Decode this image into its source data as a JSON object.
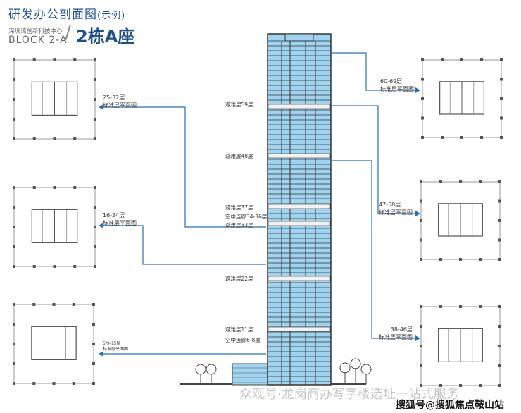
{
  "header": {
    "title": "研发办公剖面图",
    "title_note": "(示例)",
    "subtitle_cn": "深圳湾创新科技中心",
    "subtitle_en": "BLOCK 2-A",
    "building": "2栋A座"
  },
  "floor_labels": [
    "避难层59层",
    "避难层48层",
    "避难层37层",
    "空中连廊34-36层",
    "避难层33层",
    "避难层22层",
    "避难层11层",
    "空中连廊6-8层"
  ],
  "plans": {
    "left": [
      {
        "range": "25-32层",
        "name": "标准层平面图"
      },
      {
        "range": "16-24层",
        "name": "标准层平面图"
      },
      {
        "range": "5/9-15层",
        "name": "标准层平面图"
      }
    ],
    "right": [
      {
        "range": "60-69层",
        "name": "标准层平面图"
      },
      {
        "range": "47-58层",
        "name": "标准层平面图"
      },
      {
        "range": "38-46层",
        "name": "标准层平面图"
      }
    ]
  },
  "watermark": {
    "text": "众观号·龙岗商办写字楼选址一站式服务",
    "source": "搜狐号@搜狐焦点鞍山站"
  },
  "colors": {
    "accent": "#1f4f8c",
    "glass": "#9fd3f0",
    "arrow": "#2a6fb8"
  }
}
